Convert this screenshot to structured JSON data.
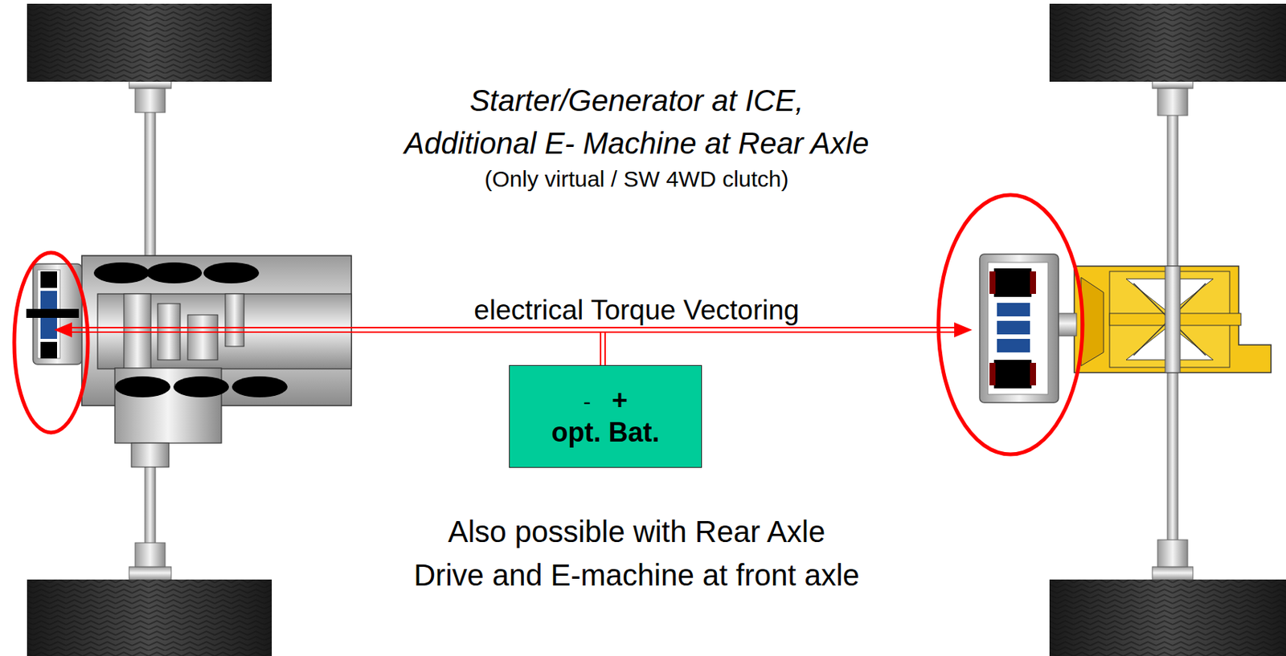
{
  "diagram": {
    "title": "Starter/Generator at ICE, Additional E- Machine at Rear Axle",
    "nodes": [
      {
        "text": [
          "-",
          "+",
          "opt. Bat."
        ]
      }
    ],
    "labels": [
      "(Only virtual / SW 4WD clutch)",
      "electrical Torque Vectoring",
      "Also possible with Rear Axle Drive and E-machine at front axle"
    ]
  }
}
